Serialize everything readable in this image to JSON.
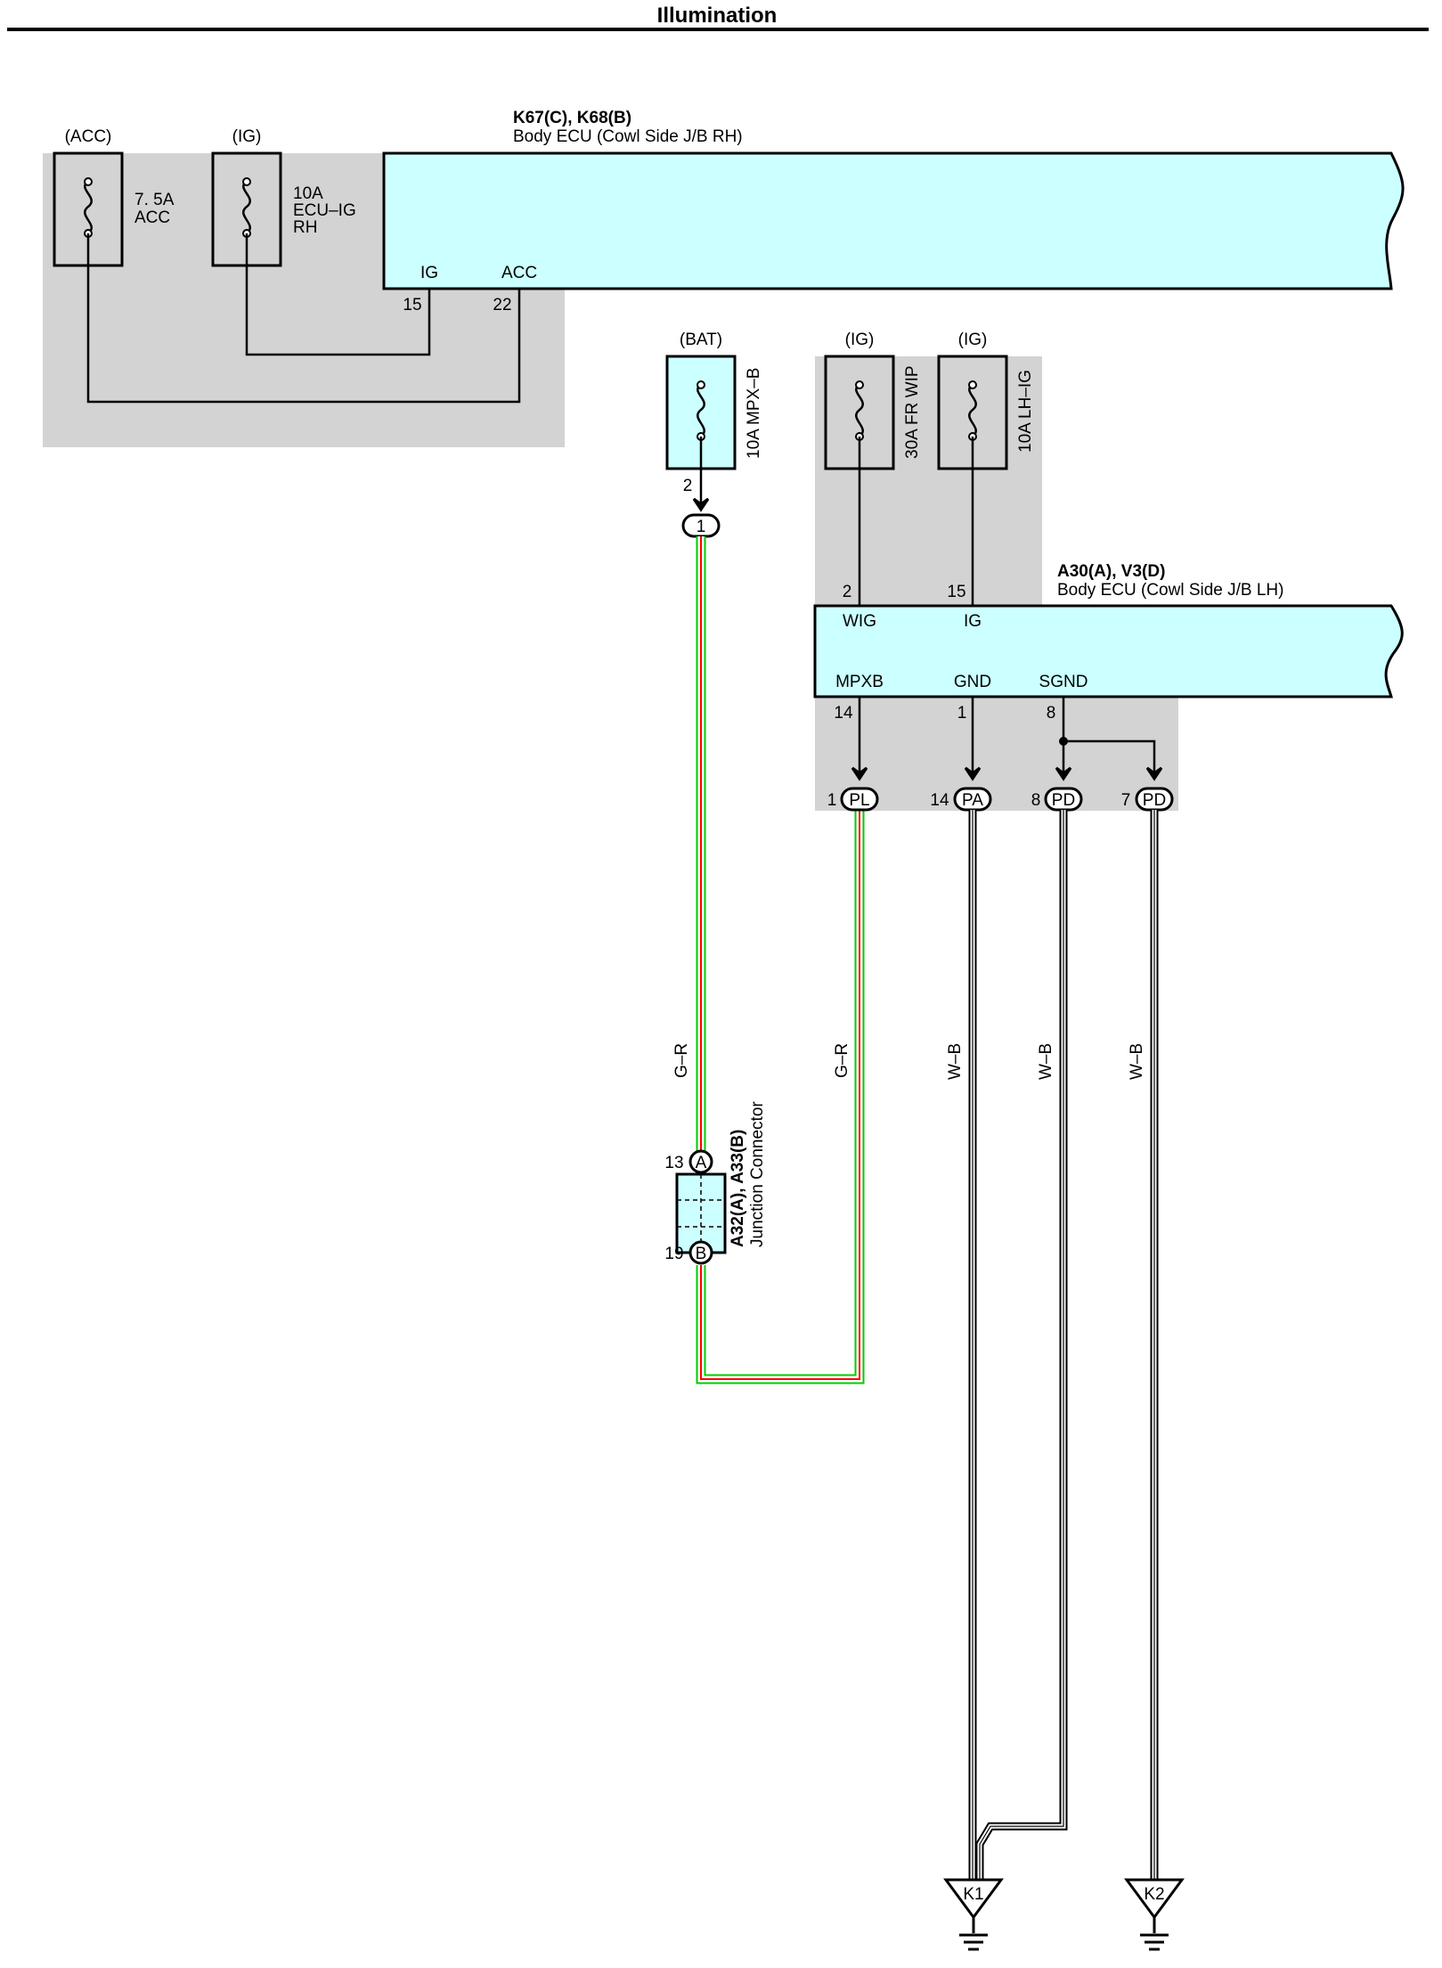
{
  "title": "Illumination",
  "ecu_rh": {
    "connector": "K67(C), K68(B)",
    "name": "Body ECU (Cowl Side J/B RH)",
    "pins": [
      {
        "label": "IG",
        "number": "15"
      },
      {
        "label": "ACC",
        "number": "22"
      }
    ]
  },
  "ecu_lh": {
    "connector": "A30(A), V3(D)",
    "name": "Body ECU (Cowl Side J/B LH)",
    "top_pins": [
      {
        "label": "WIG",
        "number": "2"
      },
      {
        "label": "IG",
        "number": "15"
      }
    ],
    "bottom_pins": [
      {
        "label": "MPXB",
        "number": "14"
      },
      {
        "label": "GND",
        "number": "1"
      },
      {
        "label": "SGND",
        "number": "8"
      }
    ]
  },
  "fuses": {
    "acc": {
      "source": "(ACC)",
      "rating": "7. 5A",
      "name": "ACC"
    },
    "ecu_ig_rh": {
      "source": "(IG)",
      "rating": "10A",
      "name_line1": "ECU–IG",
      "name_line2": "RH"
    },
    "mpx_b": {
      "source": "(BAT)",
      "label": "10A MPX–B",
      "pin": "2"
    },
    "fr_wip": {
      "source": "(IG)",
      "label": "30A FR WIP"
    },
    "lh_ig": {
      "source": "(IG)",
      "label": "10A LH–IG"
    }
  },
  "connectors": {
    "c1": "1",
    "pl": {
      "name": "PL",
      "pin": "1"
    },
    "pa": {
      "name": "PA",
      "pin": "14"
    },
    "pd8": {
      "name": "PD",
      "pin": "8"
    },
    "pd7": {
      "name": "PD",
      "pin": "7"
    }
  },
  "junction": {
    "name": "A32(A), A33(B)",
    "desc": "Junction Connector",
    "a": {
      "letter": "A",
      "pin": "13"
    },
    "b": {
      "letter": "B",
      "pin": "19"
    }
  },
  "wires": {
    "gr1": "G–R",
    "gr2": "G–R",
    "wb1": "W–B",
    "wb2": "W–B",
    "wb3": "W–B"
  },
  "grounds": {
    "k1": "K1",
    "k2": "K2"
  },
  "colors": {
    "ecu_fill": "#ccffff",
    "shade": "#d3d3d3",
    "wire_green": "#00cc00",
    "wire_red": "#ff0000"
  }
}
